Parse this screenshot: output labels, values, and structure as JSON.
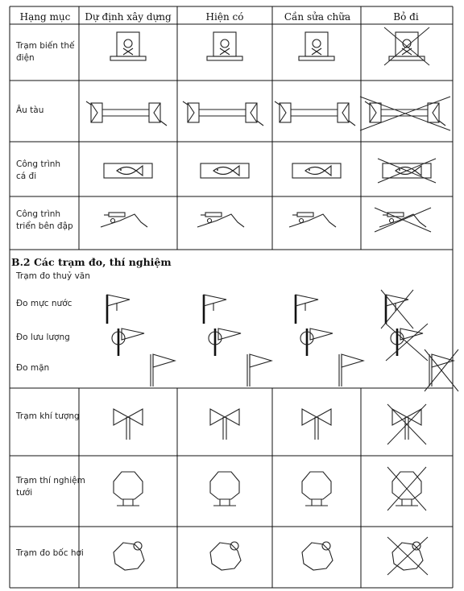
{
  "table": {
    "headers": [
      "Hạng mục",
      "Dự định xây dựng",
      "Hiện có",
      "Cần sửa chữa",
      "Bỏ đi"
    ],
    "rows_part1": [
      {
        "label": "Trạm biến thế\nđiện",
        "symbol": "transformer-station-icon"
      },
      {
        "label": "Âu tàu",
        "symbol": "ship-lock-icon"
      },
      {
        "label": "Công trình\ncá đi",
        "symbol": "fish-passage-icon"
      },
      {
        "label": "Công trình\ntriển bên đập",
        "symbol": "dam-bank-structure-icon"
      }
    ],
    "section_b2": {
      "title": "B.2     Các trạm đo, thí nghiệm",
      "group_label": "Trạm đo thuỷ văn",
      "sub_items": [
        "Đo mực nước",
        "Đo lưu lượng",
        "Đo mặn"
      ],
      "rows": [
        {
          "label": "Trạm khí tượng",
          "symbol": "weather-station-icon"
        },
        {
          "label": "Trạm thí nghiệm\ntưới",
          "symbol": "irrigation-test-station-icon"
        },
        {
          "label": "Trạm đo bốc hơi",
          "symbol": "evaporation-station-icon"
        }
      ]
    },
    "columns_states": [
      "planned",
      "existing",
      "repair-hatched",
      "removed-crossed"
    ]
  }
}
